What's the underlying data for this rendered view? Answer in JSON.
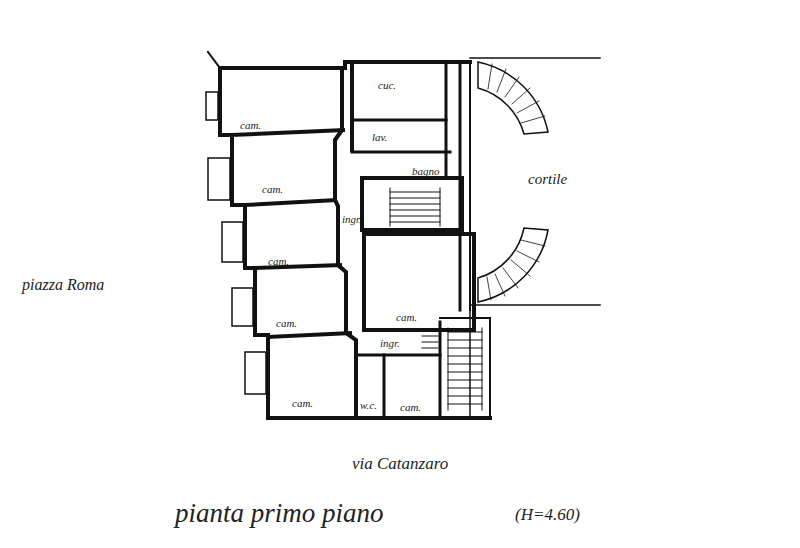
{
  "diagram": {
    "caption": "pianta primo piano",
    "nodes": [
      {
        "text": [
          "cam."
        ]
      },
      {
        "text": [
          "cuc."
        ]
      },
      {
        "text": [
          "lav."
        ]
      },
      {
        "text": [
          "cam."
        ]
      },
      {
        "text": [
          "bagno"
        ]
      },
      {
        "text": [
          "ingr."
        ]
      },
      {
        "text": [
          "cam."
        ]
      },
      {
        "text": [
          "cam."
        ]
      },
      {
        "text": [
          "cam."
        ]
      },
      {
        "text": [
          "ingr."
        ]
      },
      {
        "text": [
          "cam."
        ]
      },
      {
        "text": [
          "w.c."
        ]
      },
      {
        "text": [
          "cam."
        ]
      }
    ],
    "labels": [
      "cortile",
      "piazza Roma",
      "via Catanzaro",
      "(H=4.60)"
    ]
  }
}
